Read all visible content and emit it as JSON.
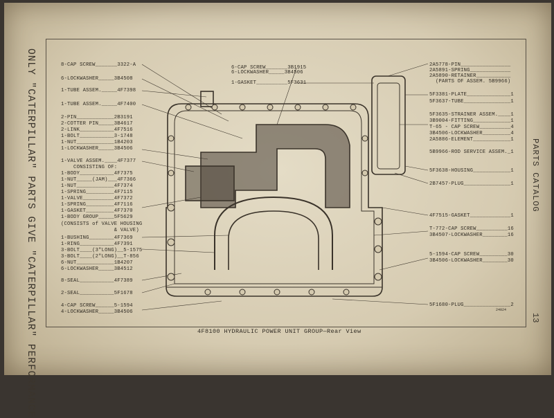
{
  "side_left_text": "ONLY \"CATERPILLAR\" PARTS GIVE \"CATERPILLAR\" PERFORMANCE",
  "side_right_text": "PARTS CATALOG",
  "page_number": "13",
  "caption": "4F8100  HYDRAULIC POWER UNIT GROUP—Rear View",
  "figure_number": "24024",
  "left_labels": [
    "8-CAP SCREW_______3322-A",
    "6-LOCKWASHER_____3B4508",
    "1-TUBE ASSEM._____4F7398",
    "1-TUBE ASSEM._____4F7400",
    "2-PIN____________2B3191",
    "2-COTTER PIN_____3B4617",
    "2-LINK___________4F7516",
    "1-BOLT___________3-1748",
    "1-NUT____________1B4203",
    "1-LOCKWASHER_____3B4506",
    "1-VALVE ASSEM.____4F7377",
    "    CONSISTING OF:",
    "1-BODY___________4F7375",
    "1-NUT_____(JAM)___4F7366",
    "1-NUT____________4F7374",
    "1-SPRING_________4F7115",
    "1-VALVE__________4F7372",
    "1-SPRING_________4F7116",
    "1-GASKET_________4F7370",
    "1-BODY GROUP_____5F5629",
    "(CONSISTS of VALVE HOUSING",
    "                 & VALVE)",
    "1-BUSHING________4F7369",
    "1-RING___________4F7391",
    "3-BOLT____(3\"LONG)__5-1575",
    "3-BOLT____(2\"LONG)__T-856",
    "6-NUT____________1B4207",
    "6-LOCKWASHER_____3B4512",
    "8-SEAL___________4F7389",
    "2-SEAL___________5F1678",
    "4-CAP SCREW______5-1594",
    "4-LOCKWASHER_____3B4506"
  ],
  "top_labels": [
    "6-CAP SCREW_______3B1915",
    "6-LOCKWASHER_____3B4506",
    "1-GASKET__________5F3631"
  ],
  "right_labels": [
    "2A5778-PIN________________",
    "2A5891-SPRING_____________",
    "2A5890-RETAINER___________",
    "  (PARTS OF ASSEM. 5B9966)",
    "5F3381-PLATE______________1",
    "5F3637-TUBE_______________1",
    "5F3635-STRAINER ASSEM.____1",
    "3B9004-FITTING____________1",
    "T-65 - CAP SCREW__________4",
    "3B4506-LOCKWASHER_________4",
    "2A5886-ELEMENT____________1",
    "5B9966-ROD SERVICE ASSEM._1",
    "5F3638-HOUSING____________1",
    "2B7457-PLUG_______________1",
    "4F7515-GASKET_____________1",
    "T-772-CAP SCREW__________16",
    "3B4507-LOCKWASHER________16",
    "5-1594-CAP SCREW_________30",
    "3B4506-LOCKWASHER________30",
    "5F1680-PLUG_______________2"
  ]
}
